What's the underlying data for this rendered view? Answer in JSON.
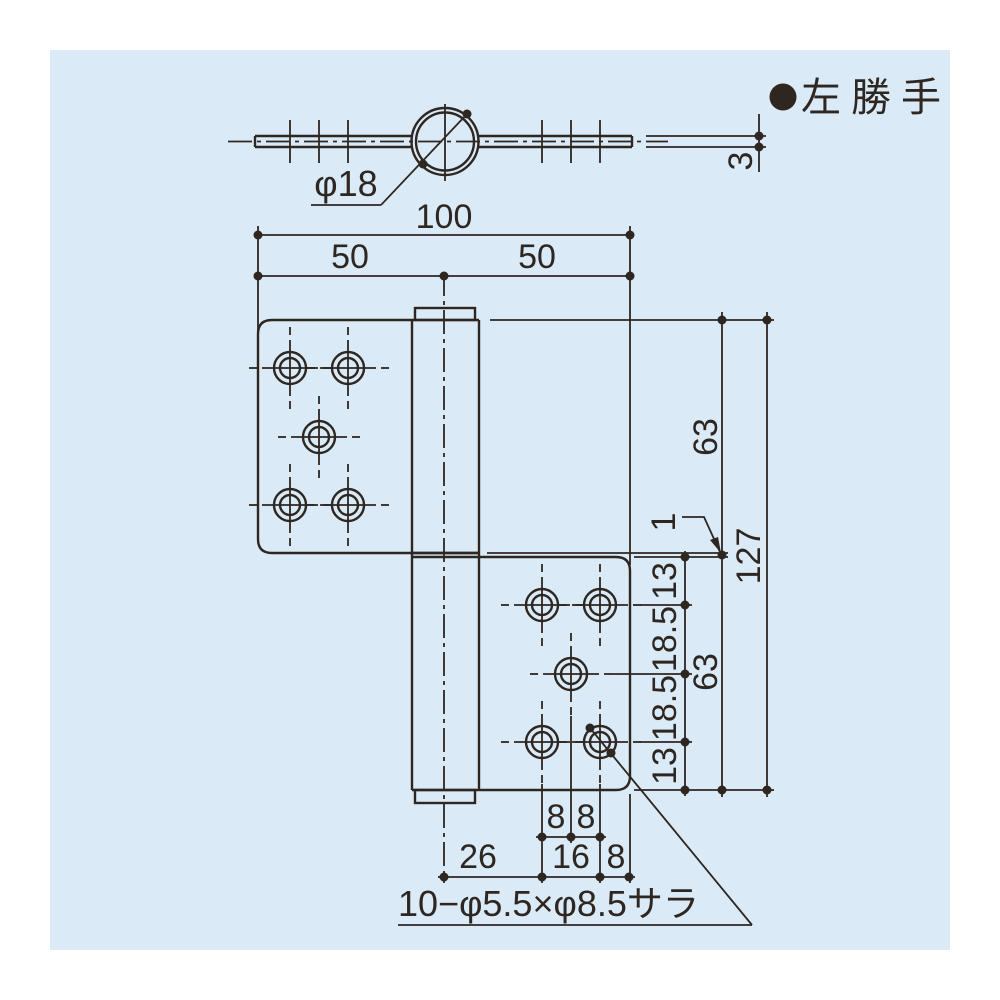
{
  "colors": {
    "panel_bg": "#daeaf6",
    "line_color": "#2e2621",
    "page_bg": "#ffffff"
  },
  "header": {
    "handing_label": "左勝手",
    "bullet_icon": "filled-circle"
  },
  "top_view": {
    "diameter_label": "φ18",
    "thickness_dim": "3"
  },
  "front_view": {
    "dim_total_width": "100",
    "dim_half_width_left": "50",
    "dim_half_width_right": "50",
    "dim_left_plate_height": "63",
    "dim_right_plate_height": "63",
    "dim_total_height": "127",
    "dim_center_gap": "1",
    "dim_right_col": [
      "13",
      "18.5",
      "18.5",
      "13"
    ],
    "dim_bottom_upper": [
      "8",
      "8"
    ],
    "dim_bottom_lower": [
      "26",
      "16",
      "8"
    ]
  },
  "note": {
    "hole_spec": "10−φ5.5×φ8.5サラ"
  }
}
